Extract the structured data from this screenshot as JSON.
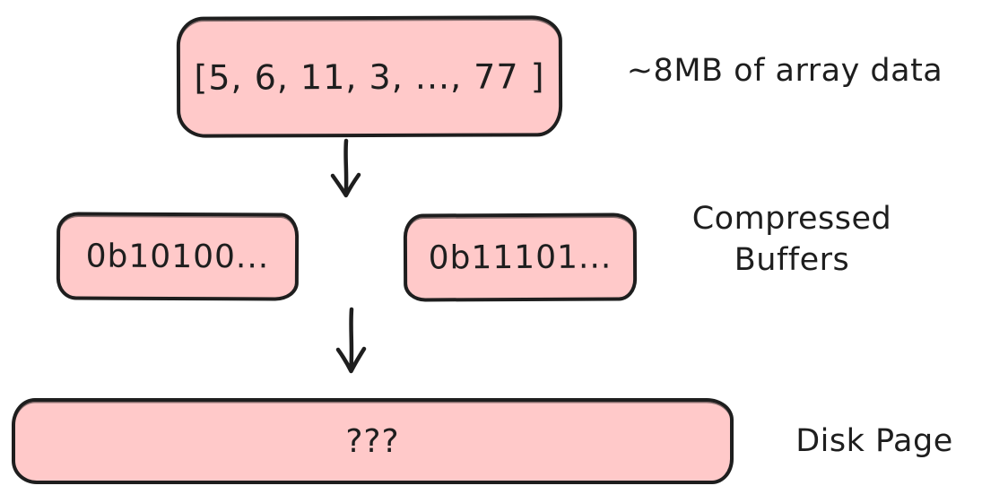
{
  "colors": {
    "background": "#ffffff",
    "box_fill": "#ffc9c9",
    "stroke": "#1e1e1e"
  },
  "nodes": {
    "array_box": {
      "text": "[5, 6, 11, 3, ..., 77 ]"
    },
    "buffer_box_left": {
      "text": "0b10100..."
    },
    "buffer_box_right": {
      "text": "0b11101..."
    },
    "disk_page_box": {
      "text": "???"
    }
  },
  "labels": {
    "array_data": "~8MB of array data",
    "compressed_buffers": "Compressed\nBuffers",
    "disk_page": "Disk Page"
  },
  "icons": {
    "down_arrow_1": "down-arrow",
    "down_arrow_2": "down-arrow"
  }
}
